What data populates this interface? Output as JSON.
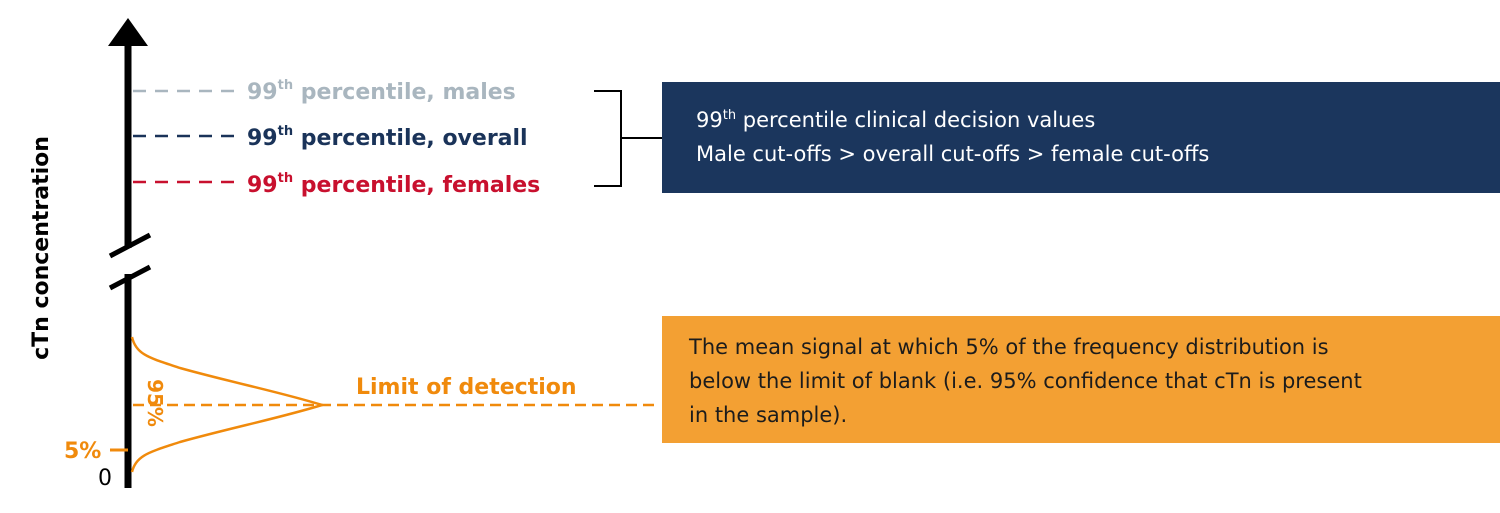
{
  "colors": {
    "axis": "#000000",
    "males": "#a9b6bf",
    "overall": "#1a3359",
    "females": "#c8102e",
    "detection": "#f08a0c",
    "decision_box": "#1b365d",
    "detection_box": "#f3a033"
  },
  "axis": {
    "label": "cTn concentration",
    "zero_label": "0",
    "five_percent_label": "5%"
  },
  "percentiles": {
    "males": {
      "number": "99",
      "suffix": "th",
      "text": " percentile, males"
    },
    "overall": {
      "number": "99",
      "suffix": "th",
      "text": " percentile, overall"
    },
    "females": {
      "number": "99",
      "suffix": "th",
      "text": " percentile, females"
    }
  },
  "detection": {
    "label": "Limit of detection",
    "curve_label": "95%"
  },
  "decision_box": {
    "line1_number": "99",
    "line1_suffix": "th",
    "line1_text": " percentile clinical decision values",
    "line2": "Male cut-offs > overall cut-offs > female cut-offs"
  },
  "detection_box": {
    "line1": "The mean signal at which 5% of the frequency distribution is",
    "line2": "below the limit of blank (i.e. 95% confidence that cTn is present",
    "line3": "in the sample)."
  }
}
